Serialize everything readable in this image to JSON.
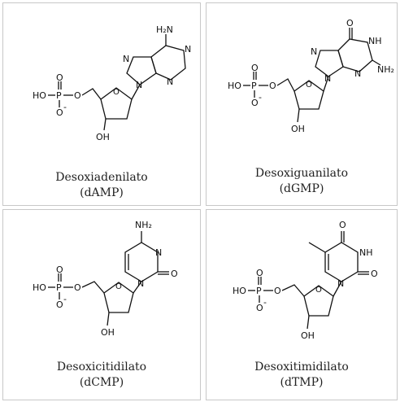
{
  "nucleotides": [
    {
      "name": "Desoxiadenilato",
      "abbr": "(dAMP)",
      "labels": {
        "ho": "HO",
        "p": "P",
        "o_top": "O",
        "o_bottom": "O",
        "o_minus": "-",
        "o_link": "O",
        "o_ring": "O",
        "oh": "OH",
        "nh2": "H₂N",
        "n1": "N",
        "n2": "N",
        "n3": "N",
        "n4": "N"
      }
    },
    {
      "name": "Desoxiguanilato",
      "abbr": "(dGMP)",
      "labels": {
        "ho": "HO",
        "p": "P",
        "o_top": "O",
        "o_bottom": "O",
        "o_minus": "-",
        "o_link": "O",
        "o_ring": "O",
        "oh": "OH",
        "carbonyl": "O",
        "nh": "NH",
        "nh2": "NH₂",
        "n1": "N",
        "n2": "N",
        "n3": "N"
      }
    },
    {
      "name": "Desoxicitidilato",
      "abbr": "(dCMP)",
      "labels": {
        "ho": "HO",
        "p": "P",
        "o_top": "O",
        "o_bottom": "O",
        "o_minus": "-",
        "o_link": "O",
        "o_ring": "O",
        "oh": "OH",
        "nh2": "NH₂",
        "n1": "N",
        "n2": "N",
        "carbonyl": "O"
      }
    },
    {
      "name": "Desoxitimidilato",
      "abbr": "(dTMP)",
      "labels": {
        "ho": "HO",
        "p": "P",
        "o_top": "O",
        "o_bottom": "O",
        "o_minus": "-",
        "o_link": "O",
        "o_ring": "O",
        "oh": "OH",
        "carbonyl_top": "O",
        "carbonyl_right": "O",
        "nh": "NH",
        "n1": "N"
      }
    }
  ]
}
